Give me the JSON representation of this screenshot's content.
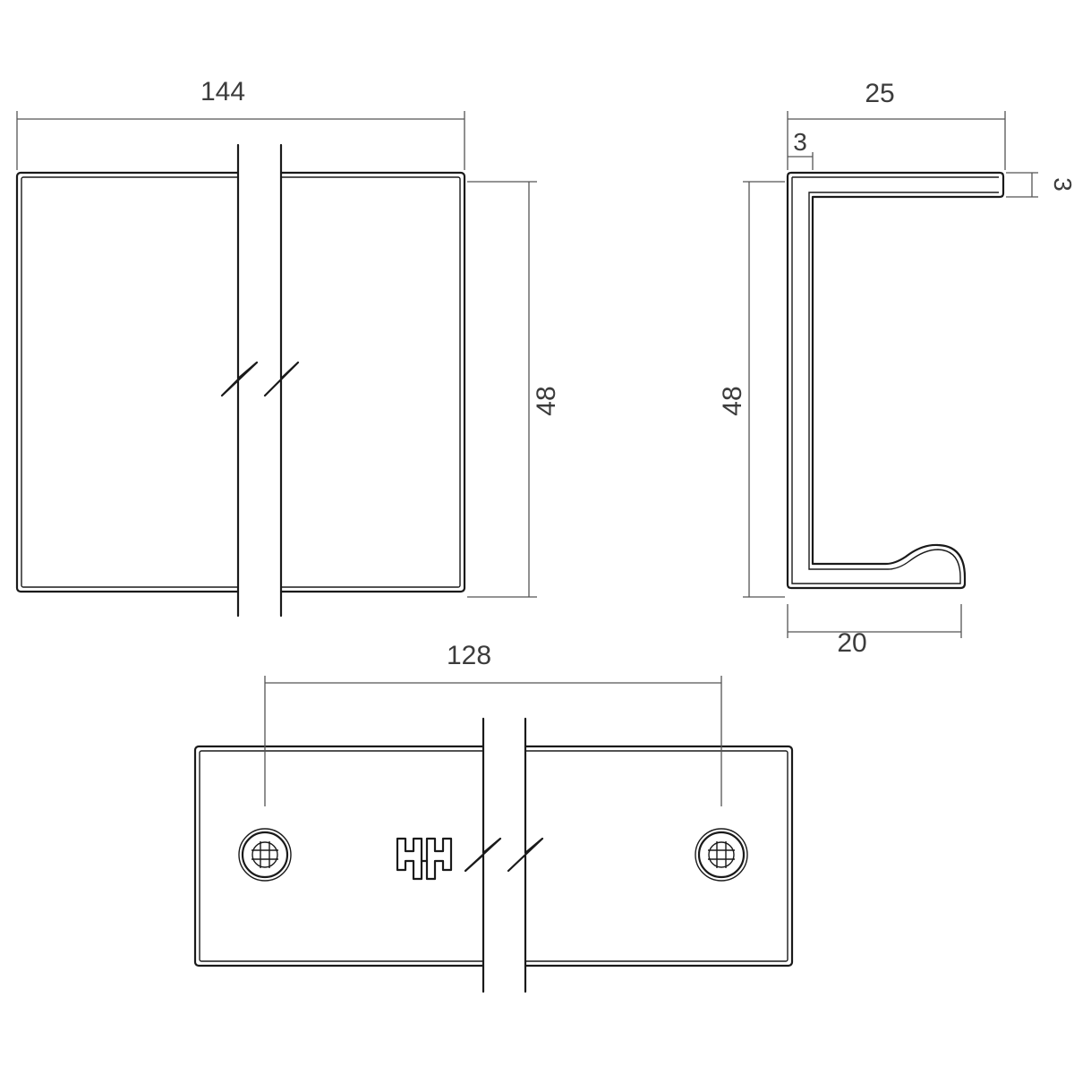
{
  "front_view": {
    "width_label": "144",
    "height_label": "48"
  },
  "side_view": {
    "depth_label": "25",
    "thickness_label": "3",
    "lip_label": "3",
    "height_label": "48",
    "base_label": "20"
  },
  "bottom_view": {
    "hole_spacing_label": "128"
  },
  "colors": {
    "line": "#1a1a1a",
    "dimension": "#555555",
    "text": "#3c3c3c"
  }
}
